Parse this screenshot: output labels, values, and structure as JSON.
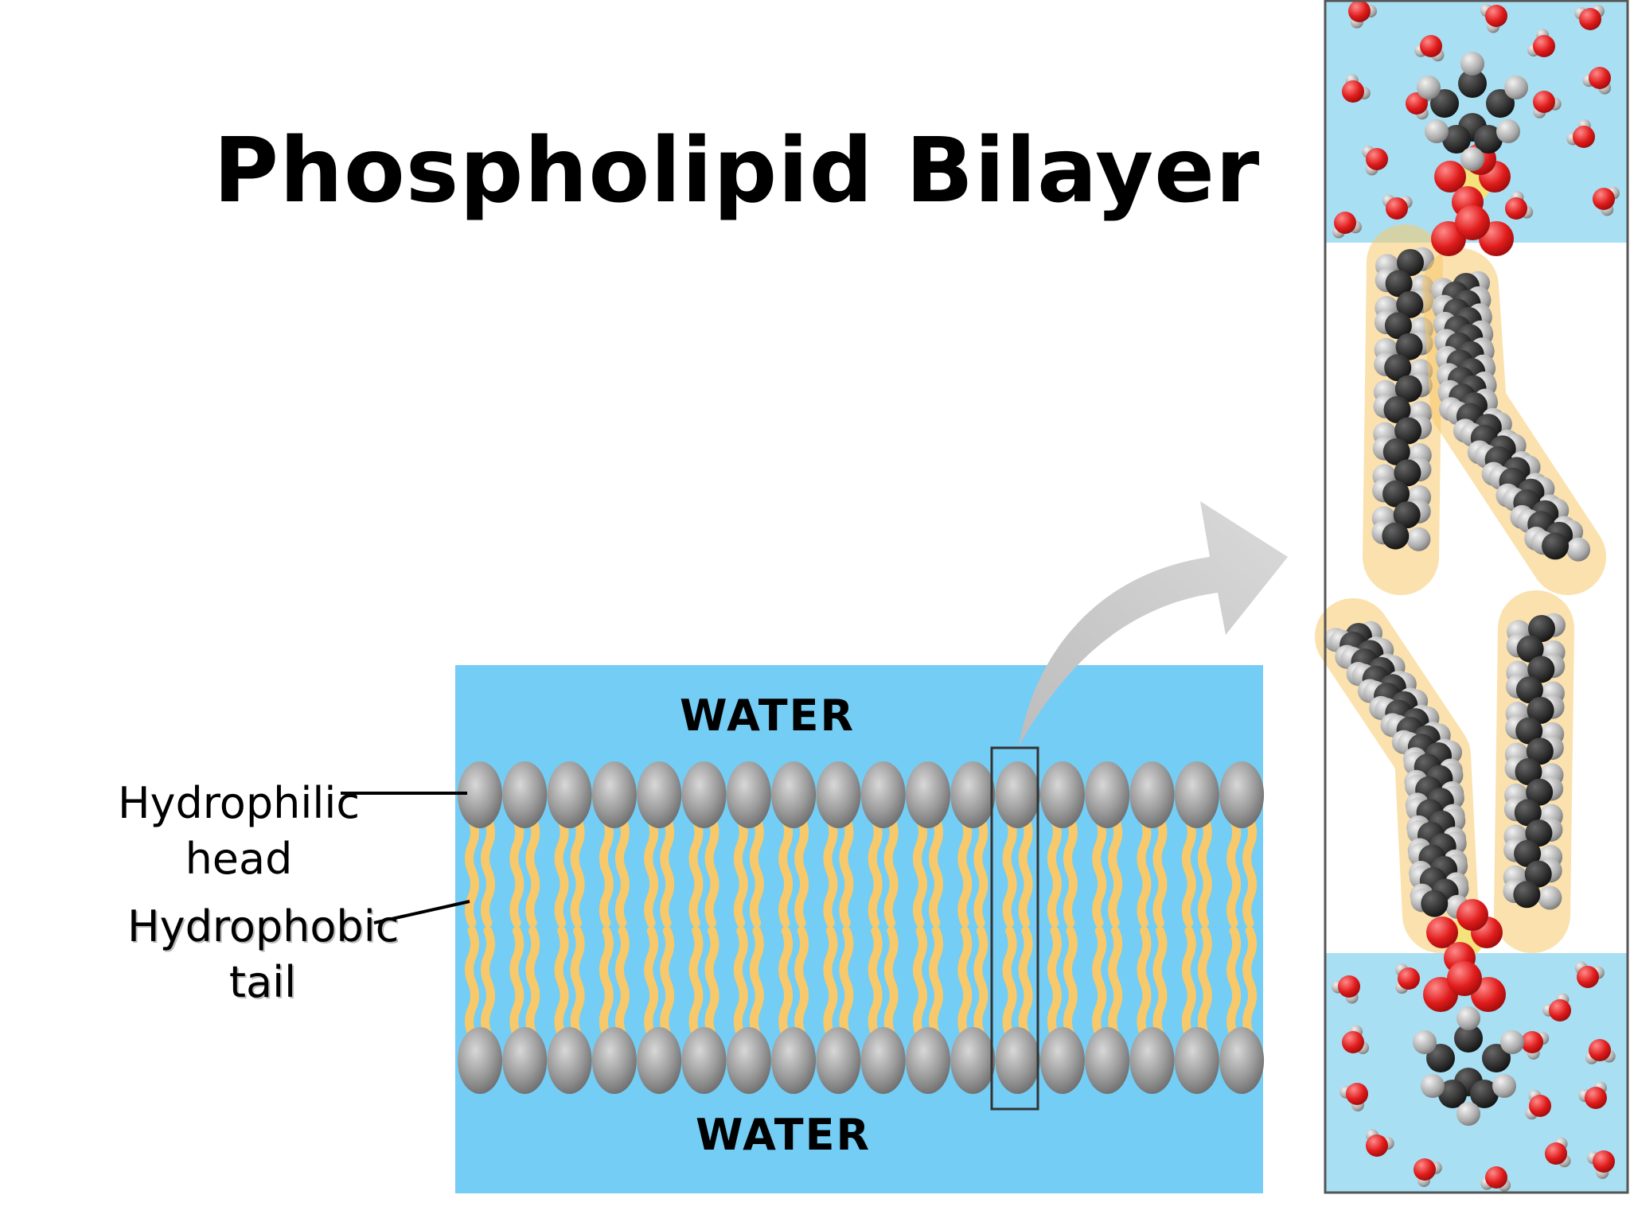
{
  "title": "Phospholipid Bilayer",
  "membrane": {
    "water_top_label": "WATER",
    "water_bottom_label": "WATER"
  },
  "labels": {
    "hydrophilic_line1": "Hydrophilic",
    "hydrophilic_line2": "head",
    "hydrophobic_line1": "Hydrophobic",
    "hydrophobic_line2": "tail"
  },
  "colors": {
    "water": "#74cdf4",
    "head": "#9a9a9a",
    "tail": "#f8c96a",
    "oxygen": "#e51f1f",
    "carbon": "#2a2a2a",
    "hydrogen": "#bdbdbd",
    "phosphorus": "#f4e27a"
  }
}
